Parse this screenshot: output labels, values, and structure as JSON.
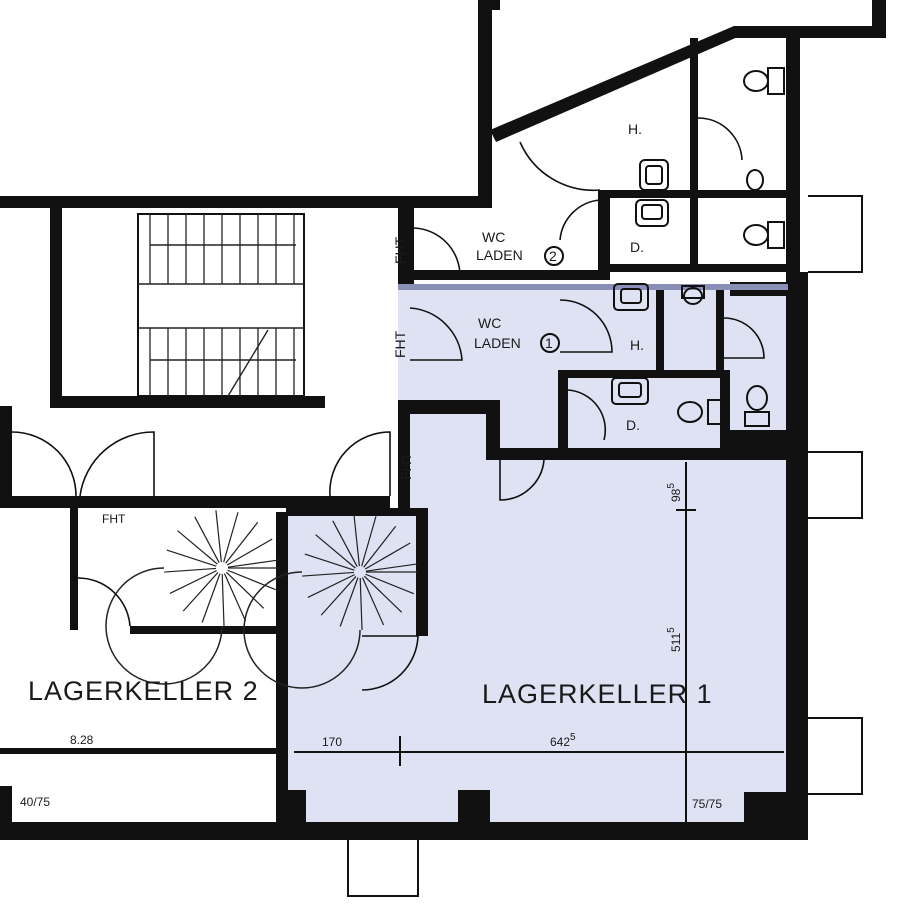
{
  "rooms": {
    "lagerkeller_1": "LAGERKELLER 1",
    "lagerkeller_2": "LAGERKELLER 2",
    "wc_1": {
      "line1": "WC",
      "line2": "LADEN",
      "number": "1"
    },
    "wc_2": {
      "line1": "WC",
      "line2": "LADEN",
      "number": "2"
    },
    "h_upper": "H.",
    "d_upper": "D.",
    "h_lower": "H.",
    "d_lower": "D."
  },
  "door_labels": {
    "fht_top": "FHT",
    "fht_mid": "FHT",
    "fht_right": "FHT",
    "fht_left": "FHT"
  },
  "dimensions": {
    "width_left": "170",
    "width_total": "642",
    "width_total_sup": "5",
    "height_total": "511",
    "height_total_sup": "5",
    "height_top": "98",
    "height_top_sup": "5",
    "lk2_width": "8.28",
    "window_left": "40/75",
    "window_right": "75/75"
  },
  "colors": {
    "highlight": "#dfe2f2",
    "highlight_edge": "#8a8fb8",
    "wall": "#111111"
  }
}
